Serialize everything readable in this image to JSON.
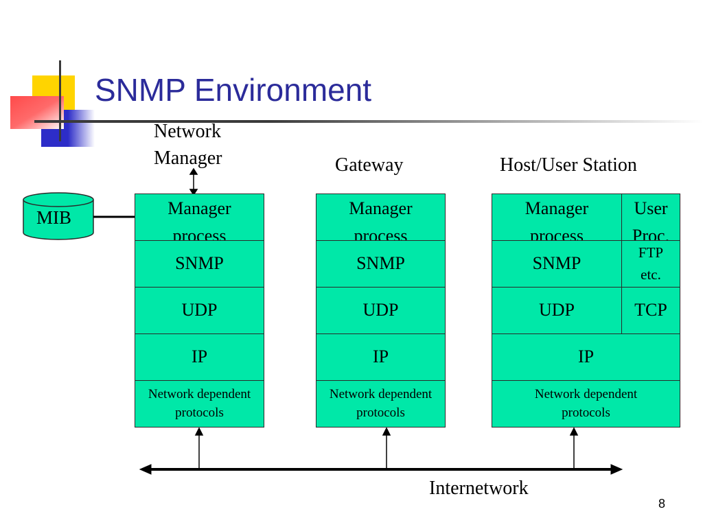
{
  "title": "SNMP Environment",
  "labels": {
    "network_manager": [
      "Network",
      "Manager"
    ],
    "gateway": "Gateway",
    "host": "Host/User Station",
    "internetwork": "Internetwork",
    "mib": "MIB"
  },
  "stacks": {
    "manager": {
      "process": [
        "Manager",
        "process"
      ],
      "snmp": "SNMP",
      "udp": "UDP",
      "ip": "IP",
      "net": [
        "Network dependent",
        "protocols"
      ]
    },
    "gateway": {
      "process": [
        "Manager",
        "process"
      ],
      "snmp": "SNMP",
      "udp": "UDP",
      "ip": "IP",
      "net": [
        "Network dependent",
        "protocols"
      ]
    },
    "host": {
      "process": [
        "Manager",
        "process"
      ],
      "user": [
        "User",
        "Proc."
      ],
      "snmp": "SNMP",
      "ftp": [
        "FTP",
        "etc."
      ],
      "udp": "UDP",
      "tcp": "TCP",
      "ip": "IP",
      "net": [
        "Network dependent",
        "protocols"
      ]
    }
  },
  "slide_number": "8",
  "colors": {
    "box_fill": "#00e8a8",
    "title": "#2b2b9a"
  }
}
